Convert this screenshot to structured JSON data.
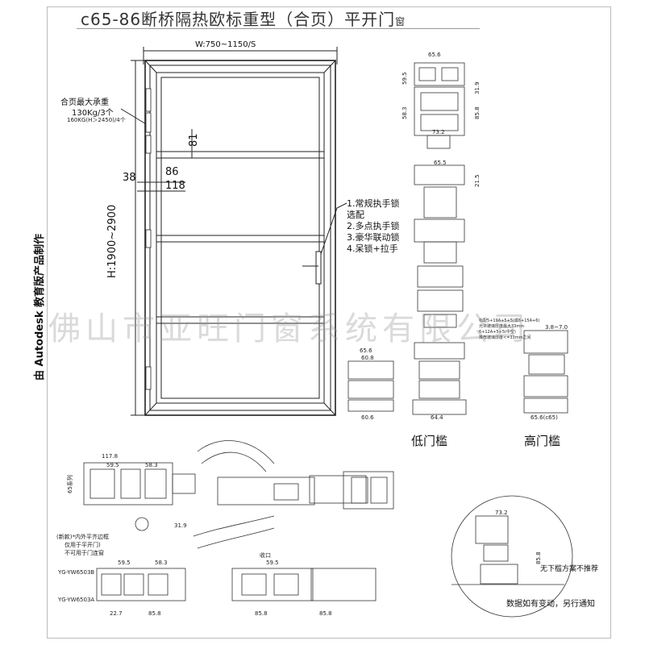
{
  "title": {
    "main": "c65-86断桥隔热欧标重型（合页）平开门",
    "suffix": "窗"
  },
  "door": {
    "width_label": "W:750~1150/S",
    "height_label": "H:1900~2900",
    "hinge_note_1": "合页最大承重",
    "hinge_note_2": "130Kg/3个",
    "hinge_note_3": "160KG(H＞2450)/4个",
    "dim_81": "81",
    "dim_38": "38",
    "dim_86": "86",
    "dim_118": "118",
    "lock_options": [
      "1.常规执手锁",
      "选配",
      "2.多点执手锁",
      "3.豪华联动锁",
      "4.呆锁+拉手"
    ]
  },
  "side_label": "由 Autodesk 教育版产品制作",
  "watermark": "佛山市亚旺门窗系统有限公司",
  "sill": {
    "low_label": "低门槛",
    "high_label": "高门槛"
  },
  "section_dims": {
    "d65_6": "65.6",
    "d59_5": "59.5",
    "d31_9": "31.9",
    "d58_3": "58.3",
    "d85_8": "85.8",
    "d73_2": "73.2",
    "d65_5": "65.5",
    "d21_5": "21.5",
    "d60_8": "60.8",
    "d60_6": "60.6",
    "d64_4": "64.4",
    "d65_6c65": "65.6(c65)",
    "d117_8": "117.8",
    "d22_7": "22.7",
    "d3_8_70": "3.8~7.0",
    "d65_series": "65系列"
  },
  "profile_notes": {
    "new_note_1": "(新款)*内外平齐边框",
    "new_note_2": "仅用于平开门)",
    "new_note_3": "不可用于门连窗",
    "code_1": "YG-YW6503B",
    "code_2": "YG-YW6503A",
    "kou": "收口"
  },
  "glass_note": [
    "标配5+19A+5+5(或6+15A+6)",
    "允许玻璃厚度最大33mm",
    "6+12A+5+5(中空)",
    "推荐玻璃厚度<=33mm之间"
  ],
  "bottom": {
    "not_recommended": "无下槛方案不推荐",
    "notice": "数据如有变动，另行通知"
  }
}
